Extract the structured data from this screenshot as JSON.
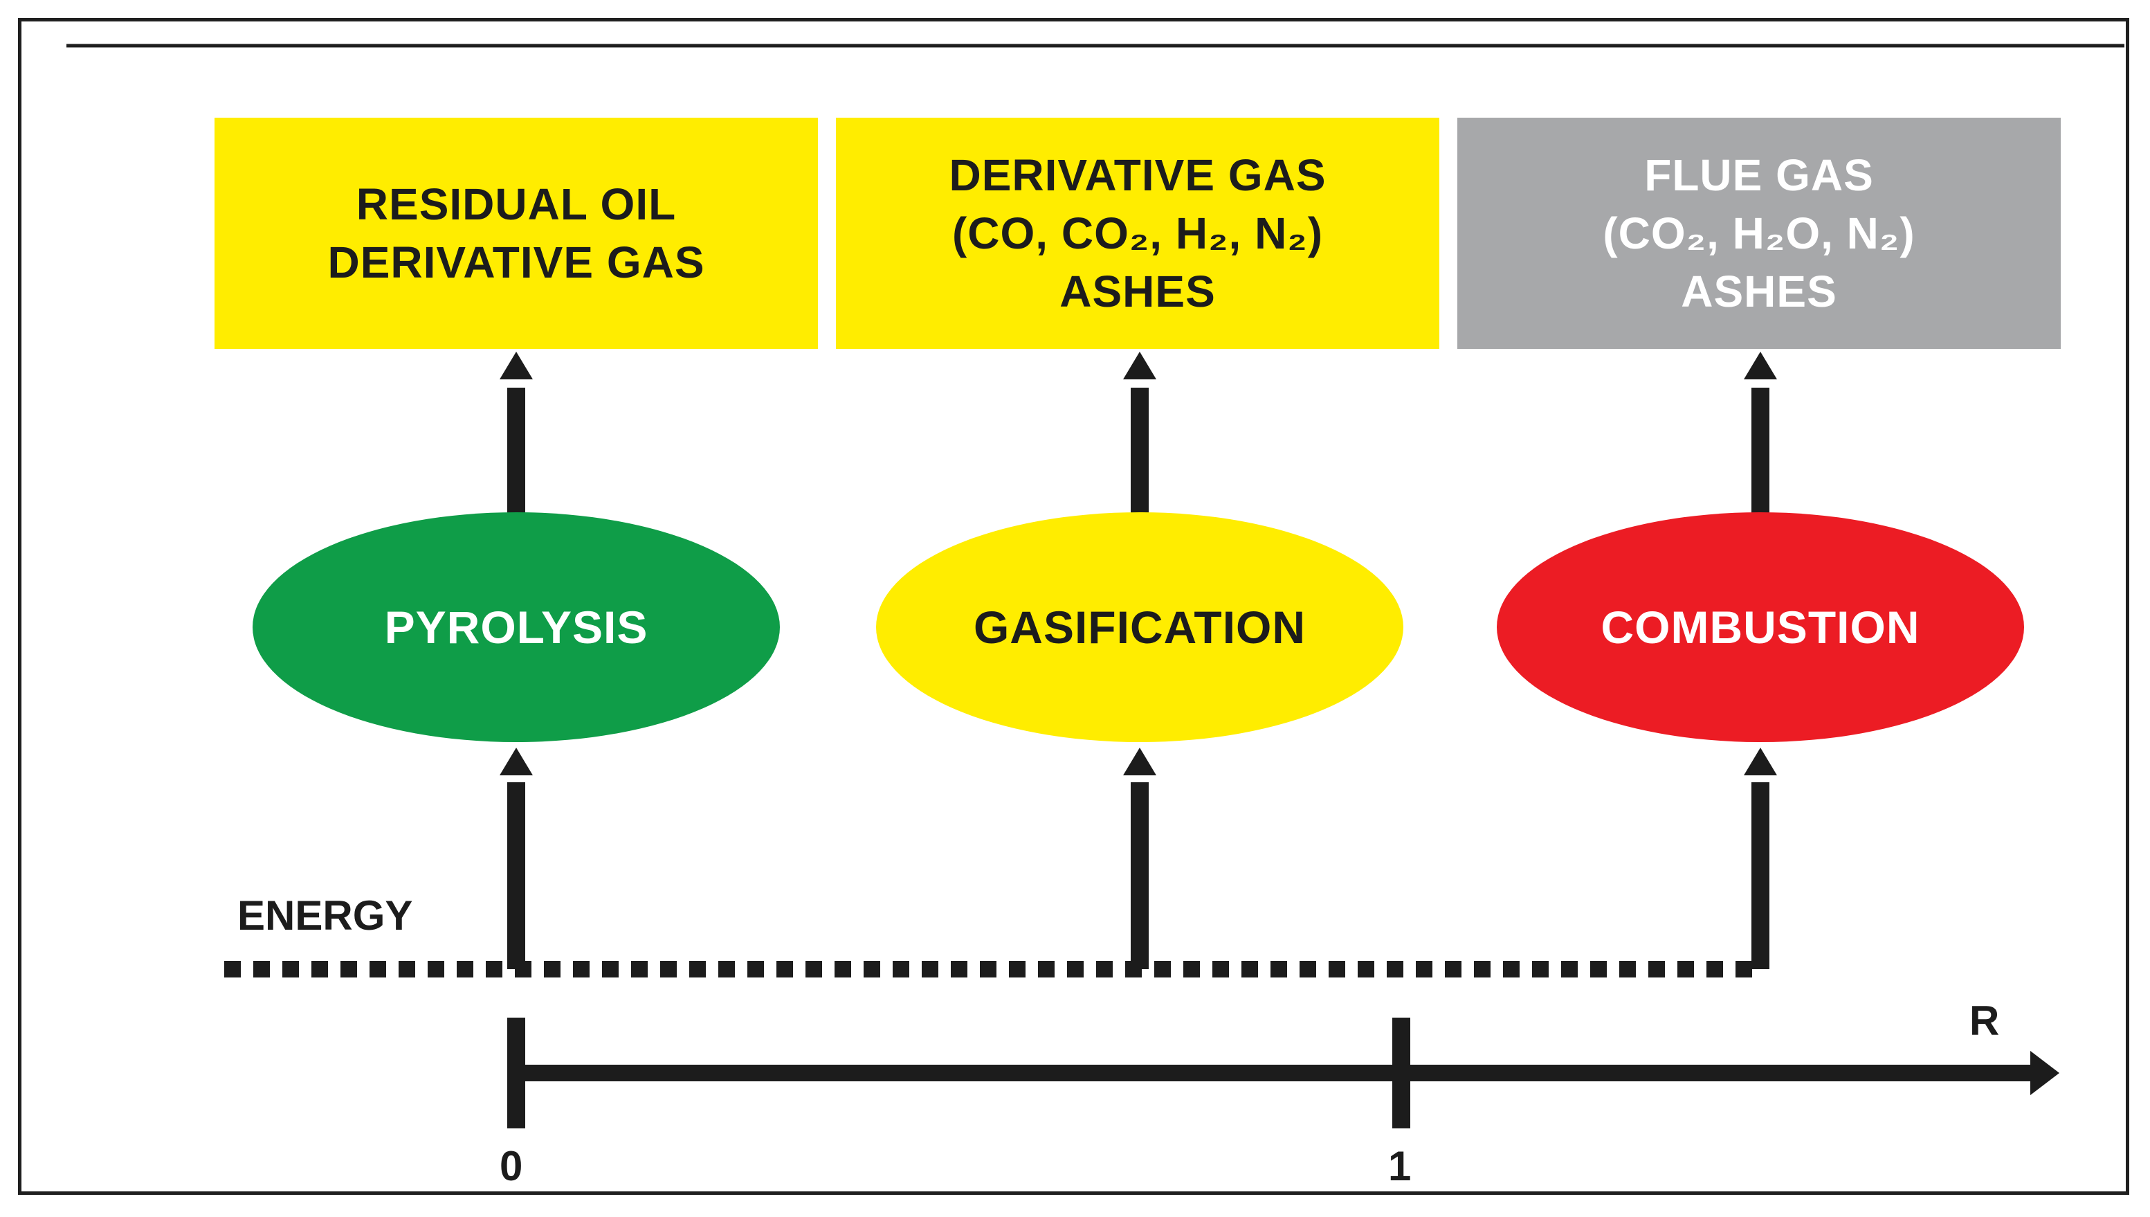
{
  "colors": {
    "frame": "#1f1f1f",
    "yellow": "#ffed00",
    "grey": "#a7a8aa",
    "green": "#0f9d48",
    "red": "#ec1c24",
    "arrow": "#1c1c1c",
    "dark_text": "#1c1c1c",
    "white_text": "#ffffff"
  },
  "products": [
    {
      "lines": [
        "RESIDUAL OIL",
        "DERIVATIVE GAS"
      ]
    },
    {
      "lines": [
        "DERIVATIVE GAS",
        "(CO, CO₂, H₂, N₂)",
        "ASHES"
      ]
    },
    {
      "lines": [
        "FLUE GAS",
        "(CO₂, H₂O, N₂)",
        "ASHES"
      ]
    }
  ],
  "processes": [
    {
      "label": "PYROLYSIS"
    },
    {
      "label": "GASIFICATION"
    },
    {
      "label": "COMBUSTION"
    }
  ],
  "energy_label": "ENERGY",
  "axis": {
    "label": "R",
    "ticks": [
      "0",
      "1"
    ]
  }
}
